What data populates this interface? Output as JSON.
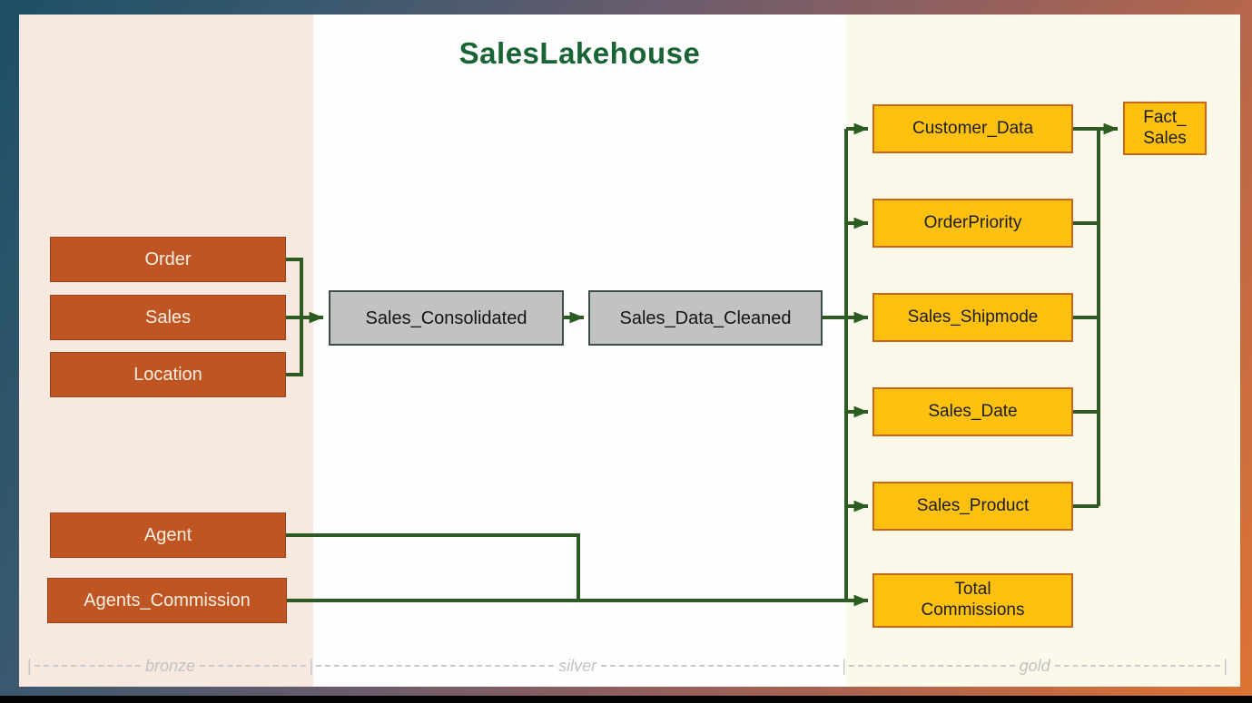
{
  "slide": {
    "title": "SalesLakehouse",
    "zones": [
      {
        "id": "bronze",
        "label": "bronze"
      },
      {
        "id": "silver",
        "label": "silver"
      },
      {
        "id": "gold",
        "label": "gold"
      }
    ],
    "bronze_tables": [
      "Order",
      "Sales",
      "Location",
      "Agent",
      "Agents_Commission"
    ],
    "silver_tables": [
      "Sales_Consolidated",
      "Sales_Data_Cleaned"
    ],
    "gold_tables": [
      "Customer_Data",
      "OrderPriority",
      "Sales_Shipmode",
      "Sales_Date",
      "Sales_Product",
      "Total\nCommissions",
      "Fact_\nSales"
    ],
    "ruler": {
      "pipe": "|"
    },
    "edges": [
      {
        "from": "Order",
        "to": "Sales_Consolidated"
      },
      {
        "from": "Sales",
        "to": "Sales_Consolidated"
      },
      {
        "from": "Location",
        "to": "Sales_Consolidated"
      },
      {
        "from": "Sales_Consolidated",
        "to": "Sales_Data_Cleaned"
      },
      {
        "from": "Sales_Data_Cleaned",
        "to": "Customer_Data"
      },
      {
        "from": "Sales_Data_Cleaned",
        "to": "OrderPriority"
      },
      {
        "from": "Sales_Data_Cleaned",
        "to": "Sales_Shipmode"
      },
      {
        "from": "Sales_Data_Cleaned",
        "to": "Sales_Date"
      },
      {
        "from": "Sales_Data_Cleaned",
        "to": "Sales_Product"
      },
      {
        "from": "Sales_Data_Cleaned",
        "to": "Total Commissions"
      },
      {
        "from": "Customer_Data",
        "to": "Fact_Sales"
      },
      {
        "from": "OrderPriority",
        "to": "Fact_Sales"
      },
      {
        "from": "Sales_Shipmode",
        "to": "Fact_Sales"
      },
      {
        "from": "Sales_Date",
        "to": "Fact_Sales"
      },
      {
        "from": "Sales_Product",
        "to": "Fact_Sales"
      },
      {
        "from": "Agent",
        "to": "Total Commissions"
      },
      {
        "from": "Agents_Commission",
        "to": "Total Commissions"
      }
    ],
    "colors": {
      "title_green": "#186434",
      "connector_green": "#2e5a23",
      "bronze_box": "#c05524",
      "silver_box": "#c2c2c2",
      "gold_box": "#fec110",
      "bronze_zone_bg": "#f8e9e0",
      "silver_zone_bg": "#fefefe",
      "gold_zone_bg": "#fbfaea"
    }
  }
}
